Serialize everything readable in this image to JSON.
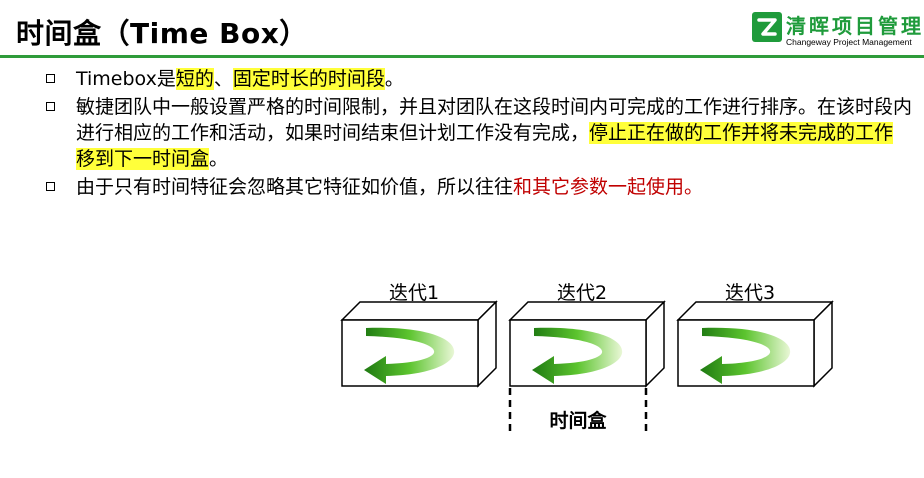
{
  "header": {
    "title": "时间盒（Time Box）",
    "rule_color": "#2e9b3a"
  },
  "logo": {
    "cn": "清晖项目管理",
    "en": "Changeway Project Management",
    "color": "#1f9b3b"
  },
  "bullets": [
    {
      "segments": [
        {
          "text": "Timebox是",
          "style": "plain"
        },
        {
          "text": "短的",
          "style": "highlight"
        },
        {
          "text": "、",
          "style": "plain"
        },
        {
          "text": "固定时长的时间段",
          "style": "highlight"
        },
        {
          "text": "。",
          "style": "plain"
        }
      ]
    },
    {
      "segments": [
        {
          "text": "敏捷团队中一般设置严格的时间限制，并且对团队在这段时间内可完成的工作进行排序。在该时段内进行相应的工作和活动，如果时间结束但计划工作没有完成，",
          "style": "plain"
        },
        {
          "text": "停止正在做的工作并将未完成的工作移到下一时间盒",
          "style": "highlight"
        },
        {
          "text": "。",
          "style": "plain"
        }
      ]
    },
    {
      "segments": [
        {
          "text": "由于只有时间特征会忽略其它特征如价值，所以往往",
          "style": "plain"
        },
        {
          "text": "和其它参数一起使用。",
          "style": "red"
        }
      ]
    }
  ],
  "diagram": {
    "iterations": [
      "迭代1",
      "迭代2",
      "迭代3"
    ],
    "timebox_label": "时间盒",
    "arrow_color": "#4caf28",
    "red_color": "#c00000",
    "highlight_color": "#ffff3a"
  }
}
